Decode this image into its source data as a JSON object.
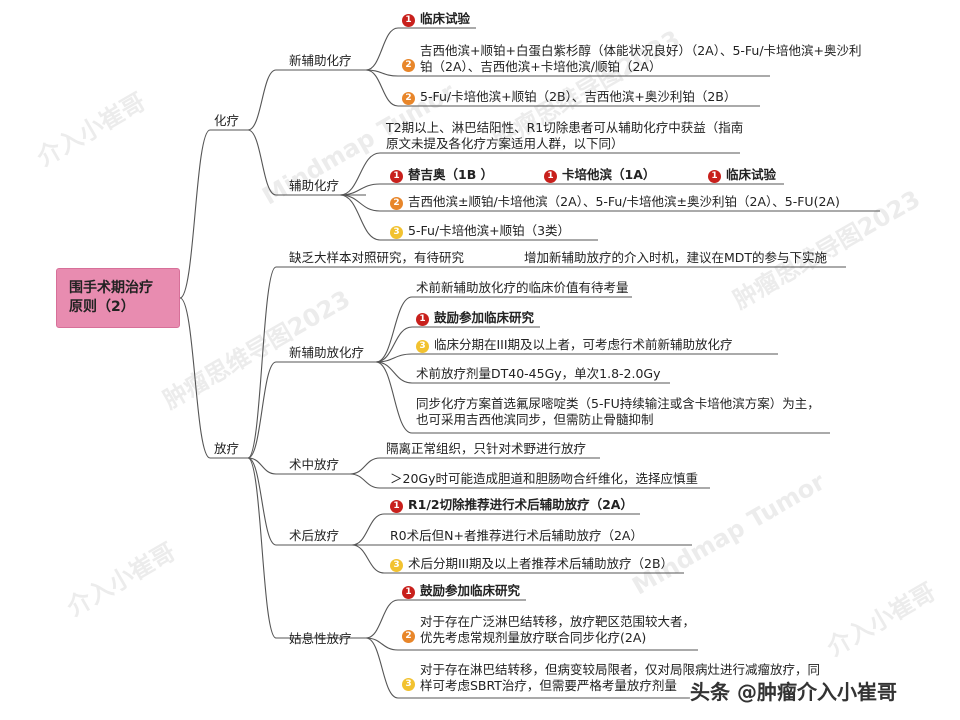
{
  "root": {
    "line1": "围手术期治疗",
    "line2": "原则（2）"
  },
  "branches": {
    "chemo": {
      "label": "化疗",
      "neoadjuvant": {
        "label": "新辅助化疗",
        "items": [
          {
            "badge": "1",
            "text": "临床试验"
          },
          {
            "badge": "2",
            "text": "吉西他滨+顺铂+白蛋白紫杉醇（体能状况良好）（2A）、5-Fu/卡培他滨+奥沙利铂（2A）、吉西他滨+卡培他滨/顺铂（2A）"
          },
          {
            "badge": "2",
            "text": "5-Fu/卡培他滨+顺铂（2B）、吉西他滨+奥沙利铂（2B）"
          }
        ]
      },
      "adjuvant": {
        "label": "辅助化疗",
        "note": "T2期以上、淋巴结阳性、R1切除患者可从辅助化疗中获益（指南原文未提及各化疗方案适用人群，以下同）",
        "items_row": [
          {
            "badge": "1",
            "text": "替吉奥（1B ）"
          },
          {
            "badge": "1",
            "text": "卡培他滨（1A）"
          },
          {
            "badge": "1",
            "text": "临床试验"
          }
        ],
        "item2": {
          "badge": "2",
          "text": "吉西他滨±顺铂/卡培他滨（2A）、5-Fu/卡培他滨±奥沙利铂（2A）、5-FU(2A)"
        },
        "item3": {
          "badge": "3",
          "text": "5-Fu/卡培他滨+顺铂（3类）"
        }
      }
    },
    "radio": {
      "label": "放疗",
      "top_note": "缺乏大样本对照研究，有待研究",
      "top_note2": "增加新辅助放疗的介入时机，建议在MDT的参与下实施",
      "neoadjuvant": {
        "label": "新辅助放化疗",
        "items": [
          {
            "badge": "",
            "text": "术前新辅助放化疗的临床价值有待考量"
          },
          {
            "badge": "1",
            "text": "鼓励参加临床研究"
          },
          {
            "badge": "3",
            "text": "临床分期在III期及以上者，可考虑行术前新辅助放化疗"
          },
          {
            "badge": "",
            "text": "术前放疗剂量DT40-45Gy，单次1.8-2.0Gy"
          },
          {
            "badge": "",
            "text": "同步化疗方案首选氟尿嘧啶类（5-FU持续输注或含卡培他滨方案）为主，也可采用吉西他滨同步，但需防止骨髓抑制"
          }
        ]
      },
      "intraop": {
        "label": "术中放疗",
        "items": [
          {
            "text": "隔离正常组织，只针对术野进行放疗"
          },
          {
            "text": "＞20Gy时可能造成胆道和胆肠吻合纤维化，选择应慎重"
          }
        ]
      },
      "postop": {
        "label": "术后放疗",
        "items": [
          {
            "badge": "1",
            "text": "R1/2切除推荐进行术后辅助放疗（2A）"
          },
          {
            "badge": "",
            "text": "R0术后但N+者推荐进行术后辅助放疗（2A）"
          },
          {
            "badge": "3",
            "text": "术后分期III期及以上者推荐术后辅助放疗（2B）"
          }
        ]
      },
      "palliative": {
        "label": "姑息性放疗",
        "items": [
          {
            "badge": "1",
            "text": "鼓励参加临床研究"
          },
          {
            "badge": "2",
            "text": "对于存在广泛淋巴结转移，放疗靶区范围较大者，优先考虑常规剂量放疗联合同步化疗(2A)"
          },
          {
            "badge": "3",
            "text": "对于存在淋巴结转移，但病变较局限者，仅对局限病灶进行减瘤放疗，同样可考虑SBRT治疗，但需要严格考量放疗剂量"
          }
        ]
      }
    }
  },
  "watermark": {
    "cn": "介入小崔哥",
    "cn2": "肿瘤思维导图2023",
    "en": "Mindmap Tumor"
  },
  "footer": "头条 @肿瘤介入小崔哥",
  "colors": {
    "root_fill": "#e88cb0",
    "badge1": "#c8201c",
    "badge2": "#e8862a",
    "badge3": "#f2c230",
    "line": "#555555"
  }
}
